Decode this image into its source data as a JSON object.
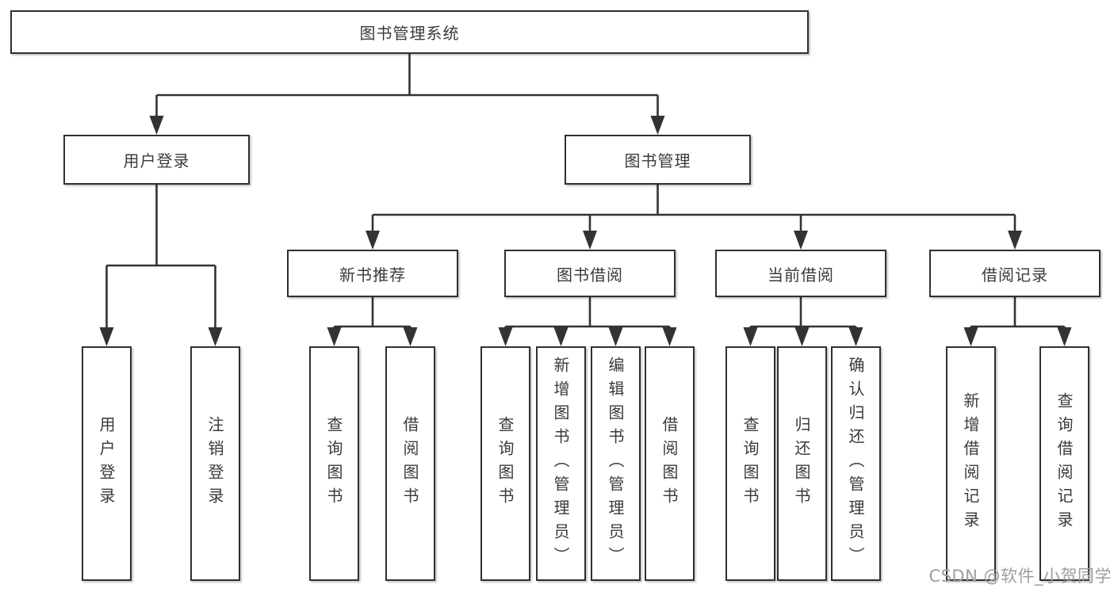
{
  "tree": {
    "label": "图书管理系统",
    "children": [
      {
        "label": "用户登录",
        "children": [
          {
            "label": "用户登录"
          },
          {
            "label": "注销登录"
          }
        ]
      },
      {
        "label": "图书管理",
        "children": [
          {
            "label": "新书推荐",
            "children": [
              {
                "label": "查询图书"
              },
              {
                "label": "借阅图书"
              }
            ]
          },
          {
            "label": "图书借阅",
            "children": [
              {
                "label": "查询图书"
              },
              {
                "label": "新增图书（管理员）"
              },
              {
                "label": "编辑图书（管理员）"
              },
              {
                "label": "借阅图书"
              }
            ]
          },
          {
            "label": "当前借阅",
            "children": [
              {
                "label": "查询图书"
              },
              {
                "label": "归还图书"
              },
              {
                "label": "确认归还（管理员）"
              }
            ]
          },
          {
            "label": "借阅记录",
            "children": [
              {
                "label": "新增借阅记录"
              },
              {
                "label": "查询借阅记录"
              }
            ]
          }
        ]
      }
    ]
  },
  "watermark": {
    "text": "CSDN @软件_小贺同学"
  },
  "colors": {
    "line": "#333333",
    "border": "#303030",
    "text": "#3a3a3a",
    "watermark": "#9e9e9e",
    "background": "#ffffff"
  }
}
